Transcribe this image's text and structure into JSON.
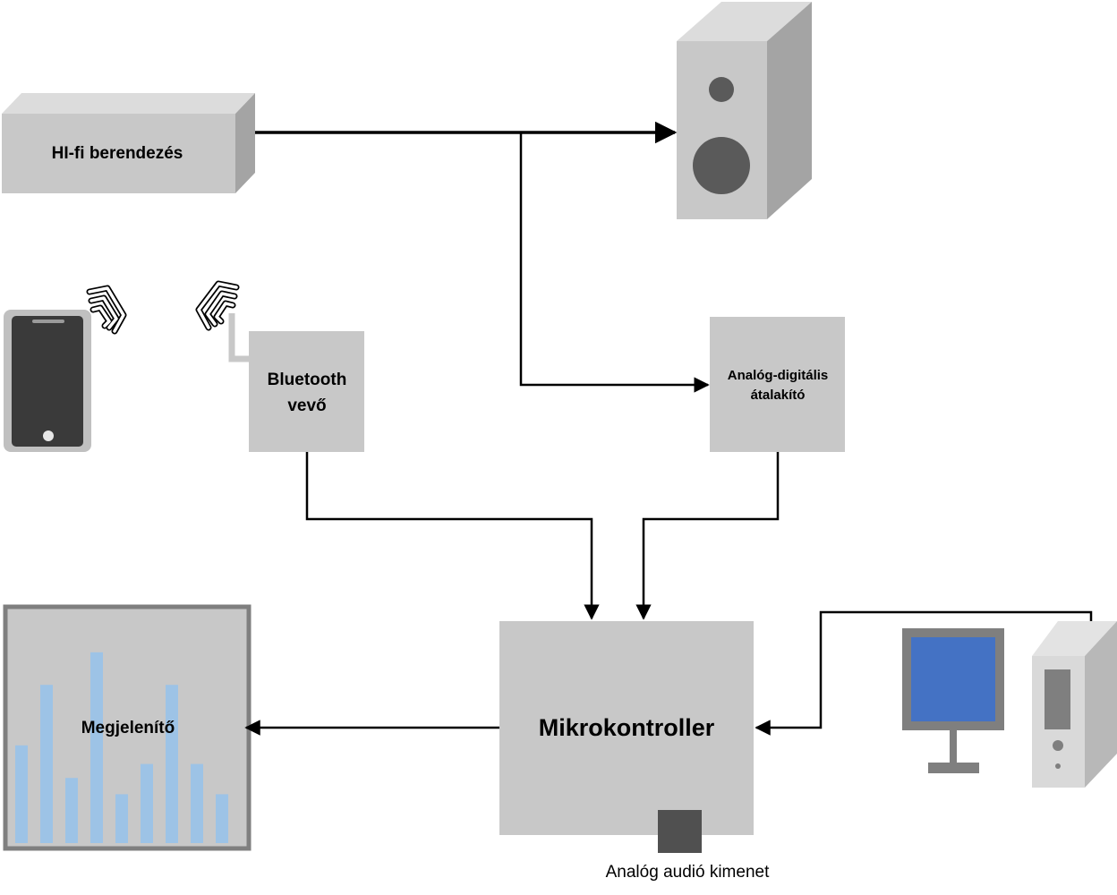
{
  "blocks": {
    "hifi": {
      "label": "HI-fi berendezés"
    },
    "bluetooth": {
      "line1": "Bluetooth",
      "line2": "vevő"
    },
    "adc": {
      "line1": "Analóg-digitális",
      "line2": "átalakító"
    },
    "microcontroller": {
      "label": "Mikrokontroller"
    },
    "display": {
      "label": "Megjelenítő",
      "bar_levels": [
        0.42,
        0.68,
        0.28,
        0.82,
        0.21,
        0.34,
        0.68,
        0.34,
        0.21
      ]
    },
    "audio_out": {
      "label": "Analóg audió kimenet"
    }
  },
  "colors": {
    "block_fill": "#c8c8c8",
    "block_side": "#a4a4a4",
    "block_top": "#dcdcdc",
    "line": "#000000",
    "display_bar": "#9dc3e6",
    "monitor_screen": "#4472c4",
    "phone_body": "#3a3a3a"
  },
  "icons": {
    "speaker": "speaker-icon",
    "phone": "smartphone-icon",
    "computer": "desktop-computer-icon",
    "wireless": "wireless-signal-icon"
  }
}
